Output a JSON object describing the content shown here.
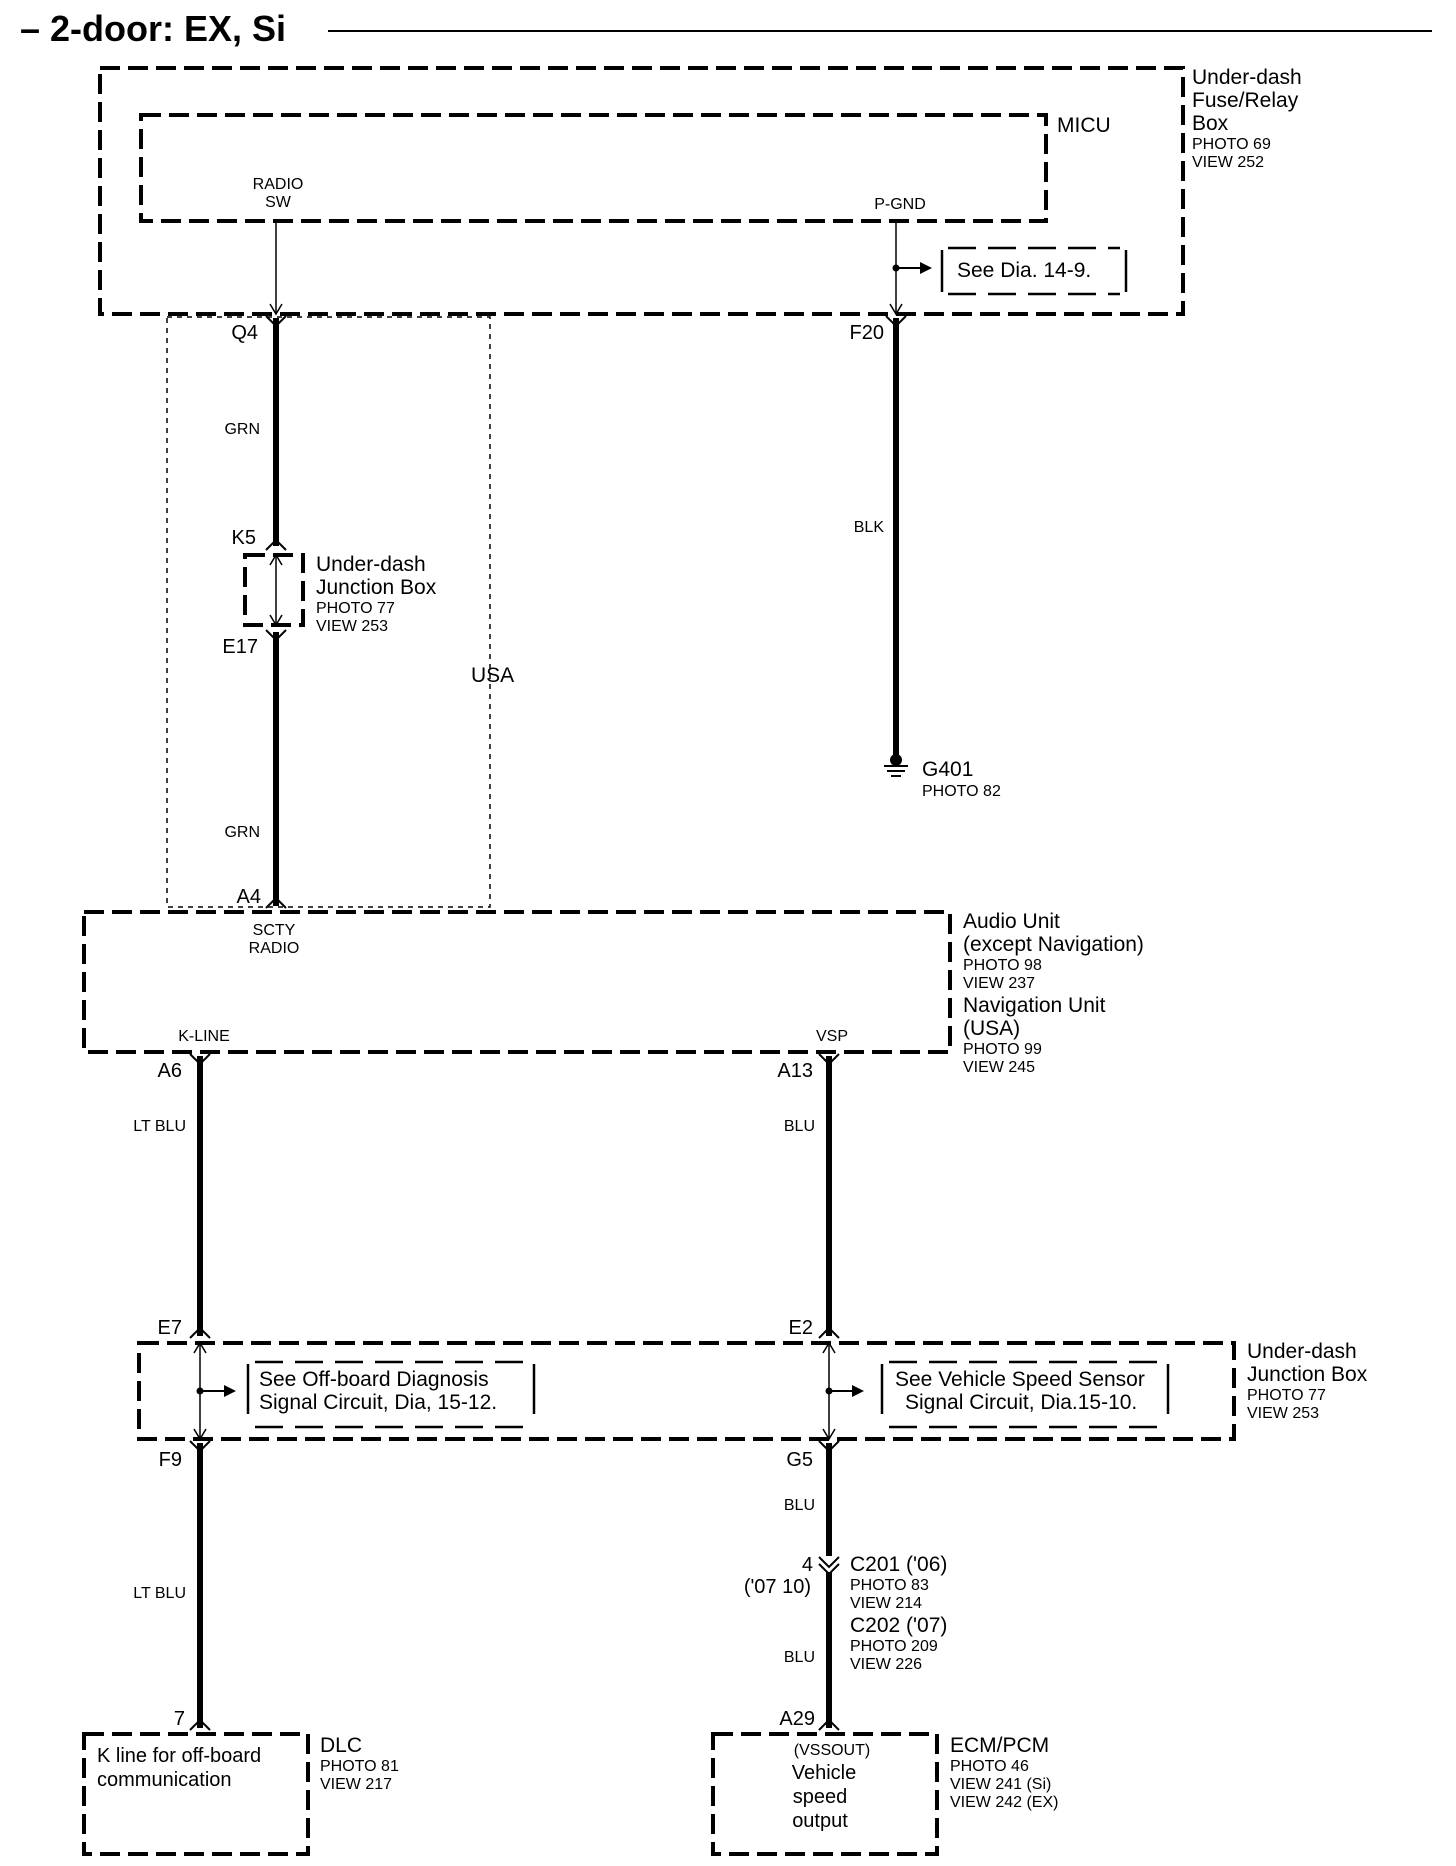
{
  "title": "– 2-door: EX, Si",
  "components": {
    "fuse_relay_box": {
      "name": [
        "Under-dash",
        "Fuse/Relay",
        "Box"
      ],
      "photo": "PHOTO 69",
      "view": "VIEW 252"
    },
    "micu": {
      "name": "MICU",
      "radio_sw": [
        "RADIO",
        "SW"
      ],
      "p_gnd": "P-GND"
    },
    "junction_box_1": {
      "name": [
        "Under-dash",
        "Junction Box"
      ],
      "photo": "PHOTO 77",
      "view": "VIEW 253"
    },
    "usa_label": "USA",
    "ground": {
      "name": "G401",
      "photo": "PHOTO 82"
    },
    "audio_unit": {
      "name": [
        "Audio Unit",
        "(except Navigation)"
      ],
      "photo": "PHOTO 98",
      "view": "VIEW 237",
      "nav_name": [
        "Navigation Unit",
        "(USA)"
      ],
      "nav_photo": "PHOTO 99",
      "nav_view": "VIEW 245",
      "scty_radio": [
        "SCTY",
        "RADIO"
      ],
      "k_line": "K-LINE",
      "vsp": "VSP"
    },
    "junction_box_2": {
      "name": [
        "Under-dash",
        "Junction Box"
      ],
      "photo": "PHOTO 77",
      "view": "VIEW 253"
    },
    "connector": {
      "c201": "C201 ('06)",
      "c201_photo": "PHOTO 83",
      "c201_view": "VIEW 214",
      "c202": "C202 ('07)",
      "c202_photo": "PHOTO 209",
      "c202_view": "VIEW 226",
      "pin_06": "4",
      "pin_07": "('07 10)"
    },
    "dlc": {
      "name": "DLC",
      "photo": "PHOTO 81",
      "view": "VIEW 217",
      "desc": [
        "K line for off-board",
        "communication"
      ]
    },
    "ecm": {
      "name": "ECM/PCM",
      "photo": "PHOTO 46",
      "view_si": "VIEW 241 (Si)",
      "view_ex": "VIEW 242 (EX)",
      "desc": [
        "(VSSOUT)",
        "Vehicle",
        "speed",
        "output"
      ]
    }
  },
  "references": {
    "dia_14_9": "See Dia. 14-9.",
    "offboard": [
      "See Off-board Diagnosis",
      "Signal Circuit, Dia, 15-12."
    ],
    "vss": [
      "See Vehicle Speed Sensor",
      "Signal Circuit, Dia.15-10."
    ]
  },
  "pins": {
    "q4": "Q4",
    "f20": "F20",
    "k5": "K5",
    "e17": "E17",
    "a4": "A4",
    "a6": "A6",
    "a13": "A13",
    "e7": "E7",
    "e2": "E2",
    "f9": "F9",
    "g5": "G5",
    "dlc7": "7",
    "a29": "A29"
  },
  "wires": {
    "grn_1": "GRN",
    "grn_2": "GRN",
    "blk": "BLK",
    "lt_blu_1": "LT BLU",
    "lt_blu_2": "LT BLU",
    "blu_1": "BLU",
    "blu_2": "BLU",
    "blu_3": "BLU"
  }
}
